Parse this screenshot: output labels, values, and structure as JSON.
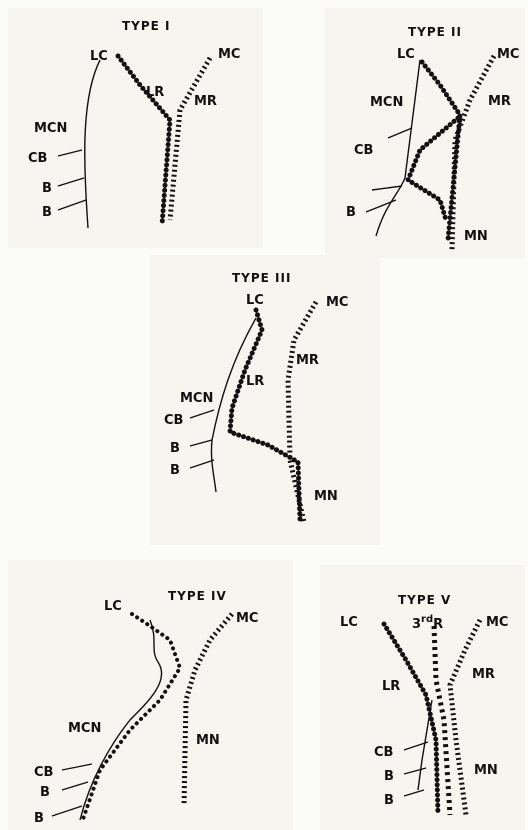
{
  "types": {
    "t1": {
      "title": "TYPE I",
      "labels": {
        "lc": "LC",
        "mc": "MC",
        "lr": "LR",
        "mr": "MR",
        "mcn": "MCN",
        "cb": "CB",
        "b1": "B",
        "b2": "B"
      }
    },
    "t2": {
      "title": "TYPE II",
      "labels": {
        "lc": "LC",
        "mc": "MC",
        "mcn": "MCN",
        "mr": "MR",
        "cb": "CB",
        "b": "B",
        "mn": "MN"
      }
    },
    "t3": {
      "title": "TYPE III",
      "labels": {
        "lc": "LC",
        "mc": "MC",
        "mr": "MR",
        "lr": "LR",
        "mcn": "MCN",
        "cb": "CB",
        "b1": "B",
        "b2": "B",
        "mn": "MN"
      }
    },
    "t4": {
      "title": "TYPE IV",
      "labels": {
        "lc": "LC",
        "mc": "MC",
        "mcn": "MCN",
        "mn": "MN",
        "cb": "CB",
        "b1": "B",
        "b2": "B"
      }
    },
    "t5": {
      "title": "TYPE V",
      "labels": {
        "lc": "LC",
        "third": "3",
        "rd": "rd",
        "r": "R",
        "mc": "MC",
        "lr": "LR",
        "mr": "MR",
        "cb": "CB",
        "b1": "B",
        "b2": "B",
        "mn": "MN"
      }
    }
  }
}
